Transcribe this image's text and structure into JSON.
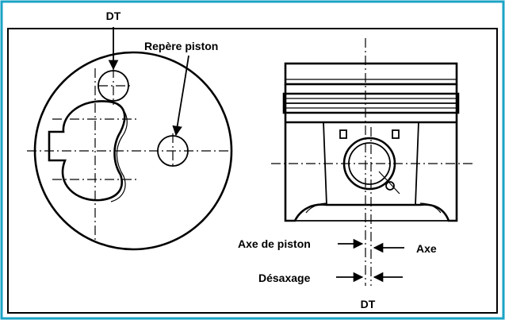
{
  "labels": {
    "dt_top": "DT",
    "repere_piston": "Repère piston",
    "axe_de_piston": "Axe de piston",
    "axe": "Axe",
    "desaxage": "Désaxage",
    "dt_bottom": "DT"
  },
  "colors": {
    "frame_border": "#1ba3c6",
    "line": "#000000",
    "background": "#ffffff"
  }
}
